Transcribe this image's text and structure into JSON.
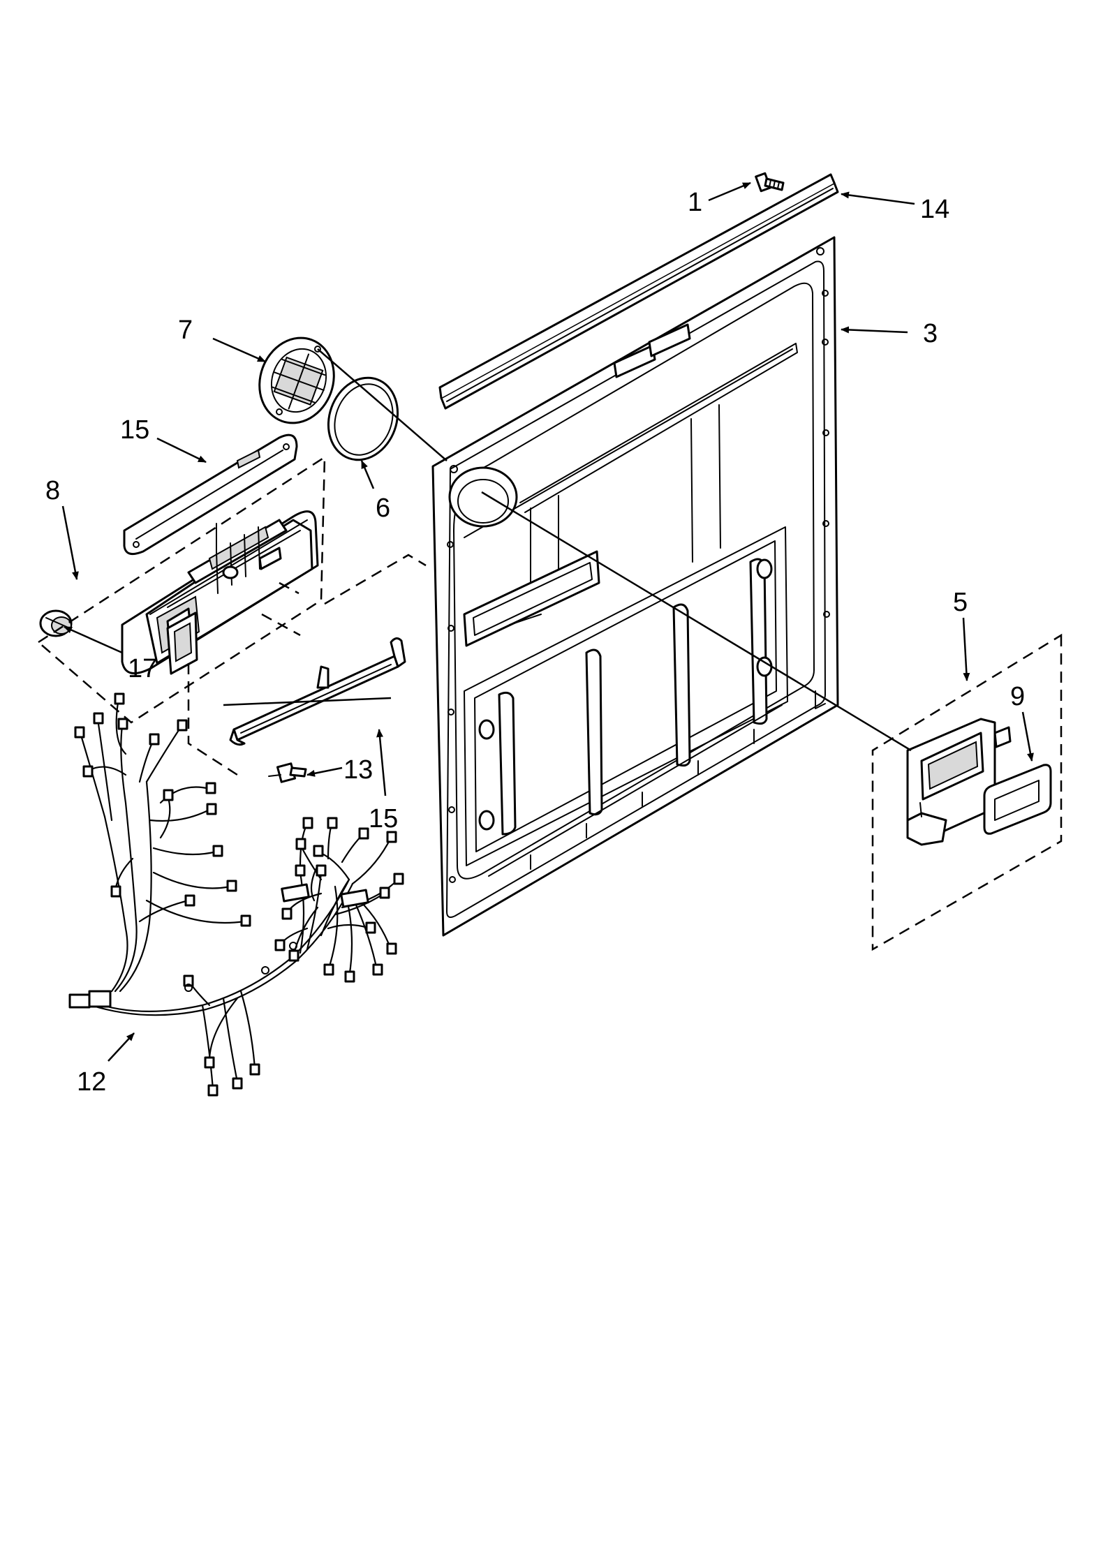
{
  "callouts": [
    {
      "id": "c1",
      "label": "1"
    },
    {
      "id": "c14",
      "label": "14"
    },
    {
      "id": "c3",
      "label": "3"
    },
    {
      "id": "c7",
      "label": "7"
    },
    {
      "id": "c15a",
      "label": "15"
    },
    {
      "id": "c6",
      "label": "6"
    },
    {
      "id": "c8",
      "label": "8"
    },
    {
      "id": "c17",
      "label": "17"
    },
    {
      "id": "c5",
      "label": "5"
    },
    {
      "id": "c9",
      "label": "9"
    },
    {
      "id": "c13",
      "label": "13"
    },
    {
      "id": "c15b",
      "label": "15"
    },
    {
      "id": "c12",
      "label": "12"
    }
  ],
  "colors": {
    "line": "#000000",
    "background": "#ffffff",
    "shade": "#d9d9d9"
  }
}
